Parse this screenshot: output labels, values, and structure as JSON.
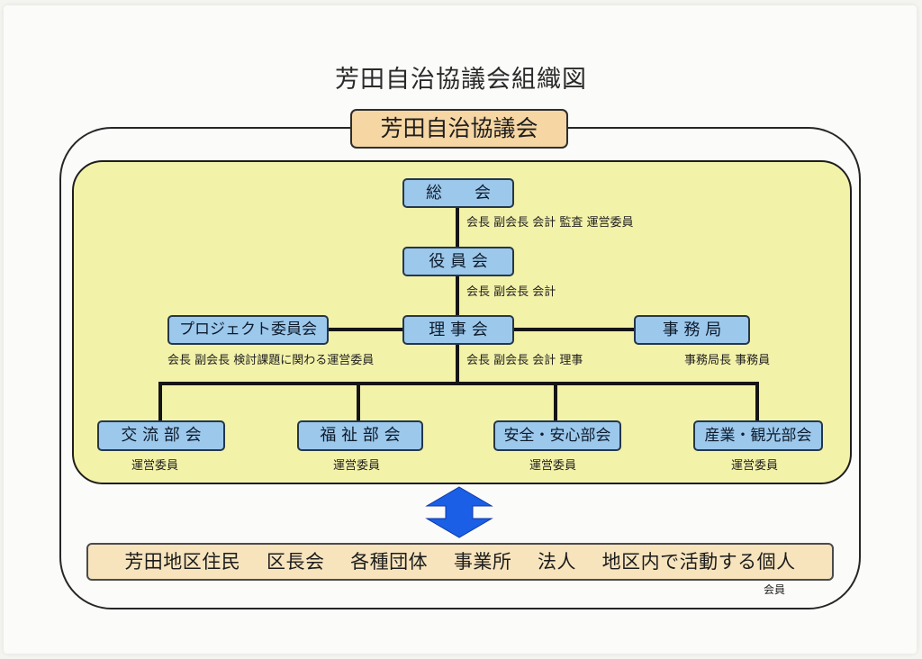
{
  "title": "芳田自治協議会組織図",
  "organization": "芳田自治協議会",
  "nodes": {
    "general_assembly": {
      "label": "総　　会",
      "members": "会長  副会長  会計  監査  運営委員"
    },
    "officers": {
      "label": "役 員 会",
      "members": "会長  副会長  会計"
    },
    "board": {
      "label": "理 事 会",
      "members": "会長  副会長  会計  理事"
    },
    "project": {
      "label": "プロジェクト委員会",
      "members": "会長  副会長  検討課題に関わる運営委員"
    },
    "secretariat": {
      "label": "事 務 局",
      "members": "事務局長  事務員"
    }
  },
  "departments": [
    {
      "label": "交 流 部 会",
      "members": "運営委員"
    },
    {
      "label": "福 祉 部 会",
      "members": "運営委員"
    },
    {
      "label": "安全・安心部会",
      "members": "運営委員"
    },
    {
      "label": "産業・観光部会",
      "members": "運営委員"
    }
  ],
  "residents": "芳田地区住民　 区長会　 各種団体　 事業所　 法人　 地区内で活動する個人",
  "residents_note": "会員",
  "colors": {
    "panel": "#f3f2a9",
    "box": "#9cc8ec",
    "org_label": "#f6d6a3",
    "bottom_bar": "#f7e4bd",
    "arrow": "#1a5fe6"
  },
  "icons": {
    "exchange_arrow": "double-headed-vertical-arrow"
  }
}
